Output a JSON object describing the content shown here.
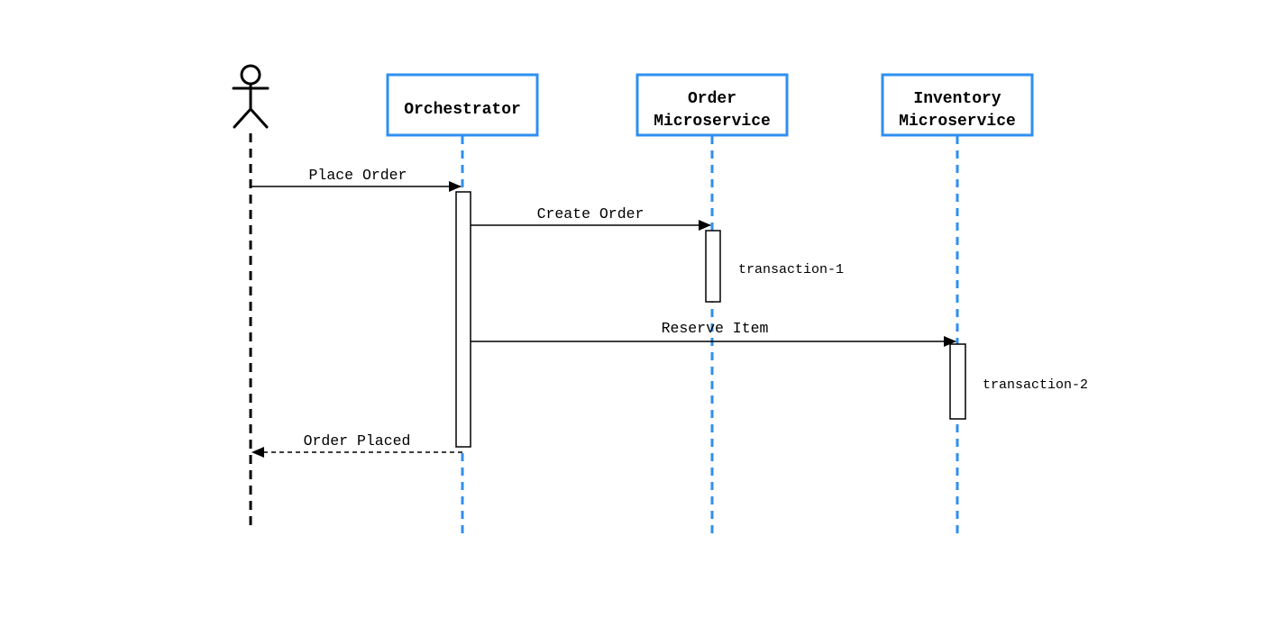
{
  "colors": {
    "participant_border": "#2f8ff0",
    "lifeline": "#2f8ff0",
    "actor": "#000000",
    "arrow": "#000000",
    "background": "#ffffff"
  },
  "actor": {
    "icon": "stick-figure-actor-icon"
  },
  "participants": {
    "orchestrator": {
      "label_lines": [
        "Orchestrator"
      ]
    },
    "order_service": {
      "label_lines": [
        "Order",
        "Microservice"
      ]
    },
    "inventory_service": {
      "label_lines": [
        "Inventory",
        "Microservice"
      ]
    }
  },
  "messages": {
    "place_order": {
      "label": "Place Order",
      "style": "solid"
    },
    "create_order": {
      "label": "Create Order",
      "style": "solid"
    },
    "reserve_item": {
      "label": "Reserve Item",
      "style": "solid"
    },
    "order_placed": {
      "label": "Order Placed",
      "style": "dashed"
    }
  },
  "notes": {
    "transaction_1": {
      "label": "transaction-1"
    },
    "transaction_2": {
      "label": "transaction-2"
    }
  }
}
